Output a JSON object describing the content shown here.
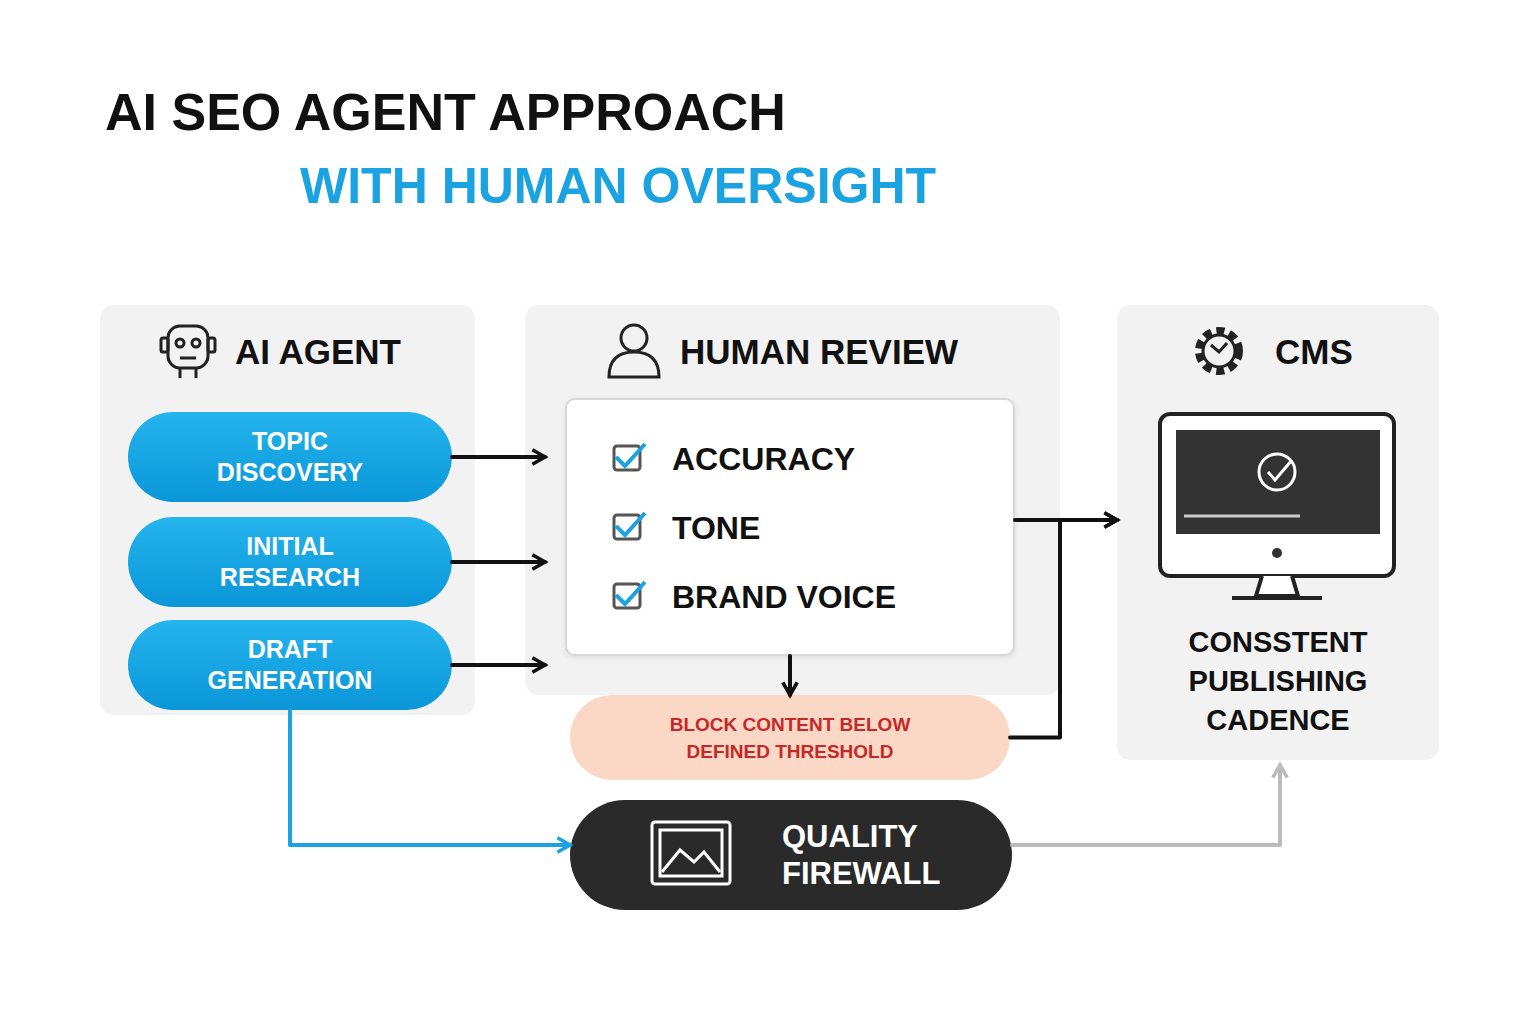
{
  "diagram": {
    "title": "AI SEO AGENT APPROACH",
    "nodes": [
      {
        "text": [
          "AI AGENT"
        ]
      },
      {
        "text": [
          "TOPIC DISCOVERY"
        ],
        "in": 0
      },
      {
        "text": [
          "INITIAL RESEARCH"
        ],
        "in": 0
      },
      {
        "text": [
          "DRAFT GENERATION"
        ],
        "in": 0
      },
      {
        "text": [
          "HUMAN REVIEW"
        ]
      },
      {
        "text": [
          "ACCURACY",
          "TONE",
          "BRAND VOICE"
        ],
        "in": 4
      },
      {
        "text": [
          "BLOCK CONTENT BELOW DEFINED THRESHOLD"
        ]
      },
      {
        "text": [
          "QUALITY FIREWALL"
        ]
      },
      {
        "text": [
          "CMS",
          "CONSSTENT PUBLISHING CADENCE"
        ]
      }
    ],
    "edges": [
      {
        "from": 1,
        "to": 5,
        "arrow": "to"
      },
      {
        "from": 2,
        "to": 5,
        "arrow": "to"
      },
      {
        "from": 3,
        "to": 5,
        "arrow": "to"
      },
      {
        "from": 5,
        "to": 6,
        "arrow": "to"
      },
      {
        "from": 5,
        "to": 8,
        "arrow": "to"
      },
      {
        "from": 6,
        "to": 8,
        "arrow": "to"
      },
      {
        "from": 3,
        "to": 7,
        "arrow": "to"
      },
      {
        "from": 7,
        "to": 8,
        "arrow": "to"
      }
    ],
    "labels": [
      "WITH HUMAN OVERSIGHT"
    ]
  }
}
